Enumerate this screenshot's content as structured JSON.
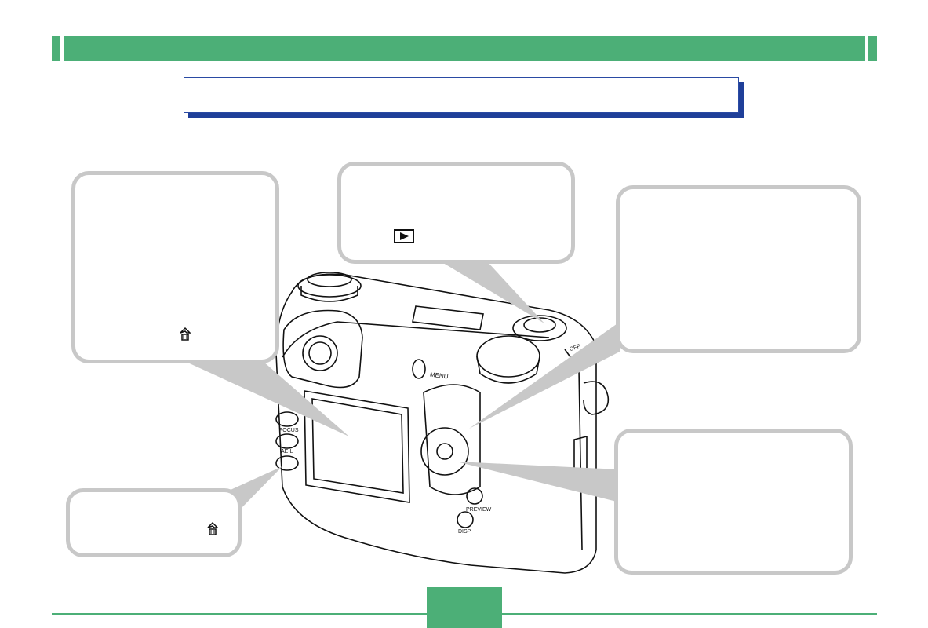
{
  "header": {
    "title": ""
  },
  "title_box": {
    "text": ""
  },
  "callouts": {
    "top_left": {
      "text": "",
      "icon": "delete-icon"
    },
    "top_center": {
      "text": "",
      "icon": "play-icon"
    },
    "right_top": {
      "text": ""
    },
    "right_bottom": {
      "text": ""
    },
    "bottom_left": {
      "text": "",
      "icon": "delete-icon"
    }
  },
  "camera": {
    "labels": {
      "menu": "MENU",
      "focus": "FOCUS",
      "ael": "AE-L",
      "preview": "PREVIEW",
      "disp": "DISP",
      "off": "OFF"
    }
  },
  "footer": {
    "page_number": ""
  },
  "colors": {
    "accent_green": "#4caf77",
    "title_blue": "#1f3f99",
    "callout_gray": "#c8c8c8"
  }
}
